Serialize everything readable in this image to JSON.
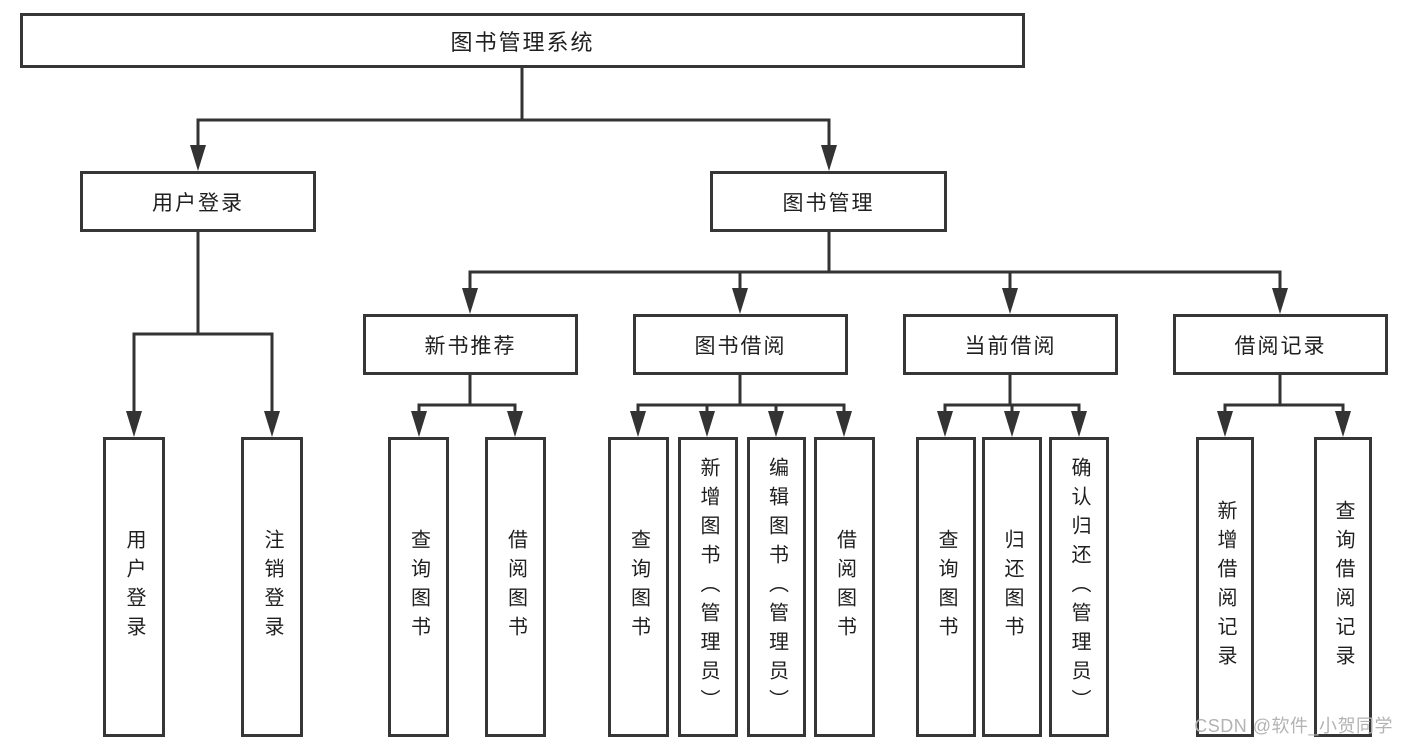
{
  "diagram_title": "图书管理系统",
  "nodes": {
    "root": "图书管理系统",
    "user_login": "用户登录",
    "book_management": "图书管理",
    "new_book_recommend": "新书推荐",
    "book_borrowing": "图书借阅",
    "current_borrowing": "当前借阅",
    "borrowing_records": "借阅记录",
    "leaf_user_login": "用户登录",
    "leaf_logout": "注销登录",
    "leaf_query_books_1": "查询图书",
    "leaf_borrow_books_1": "借阅图书",
    "leaf_query_books_2": "查询图书",
    "leaf_add_books_admin": "新增图书（管理员）",
    "leaf_edit_books_admin": "编辑图书（管理员）",
    "leaf_borrow_books_2": "借阅图书",
    "leaf_query_books_3": "查询图书",
    "leaf_return_books": "归还图书",
    "leaf_confirm_return_admin": "确认归还（管理员）",
    "leaf_add_borrow_record": "新增借阅记录",
    "leaf_query_borrow_record": "查询借阅记录"
  },
  "watermark": "CSDN @软件_小贺同学",
  "colors": {
    "line": "#333333",
    "border": "#363636",
    "text": "#1f1f1f",
    "watermark": "#b3b3b3",
    "background": "#ffffff"
  }
}
